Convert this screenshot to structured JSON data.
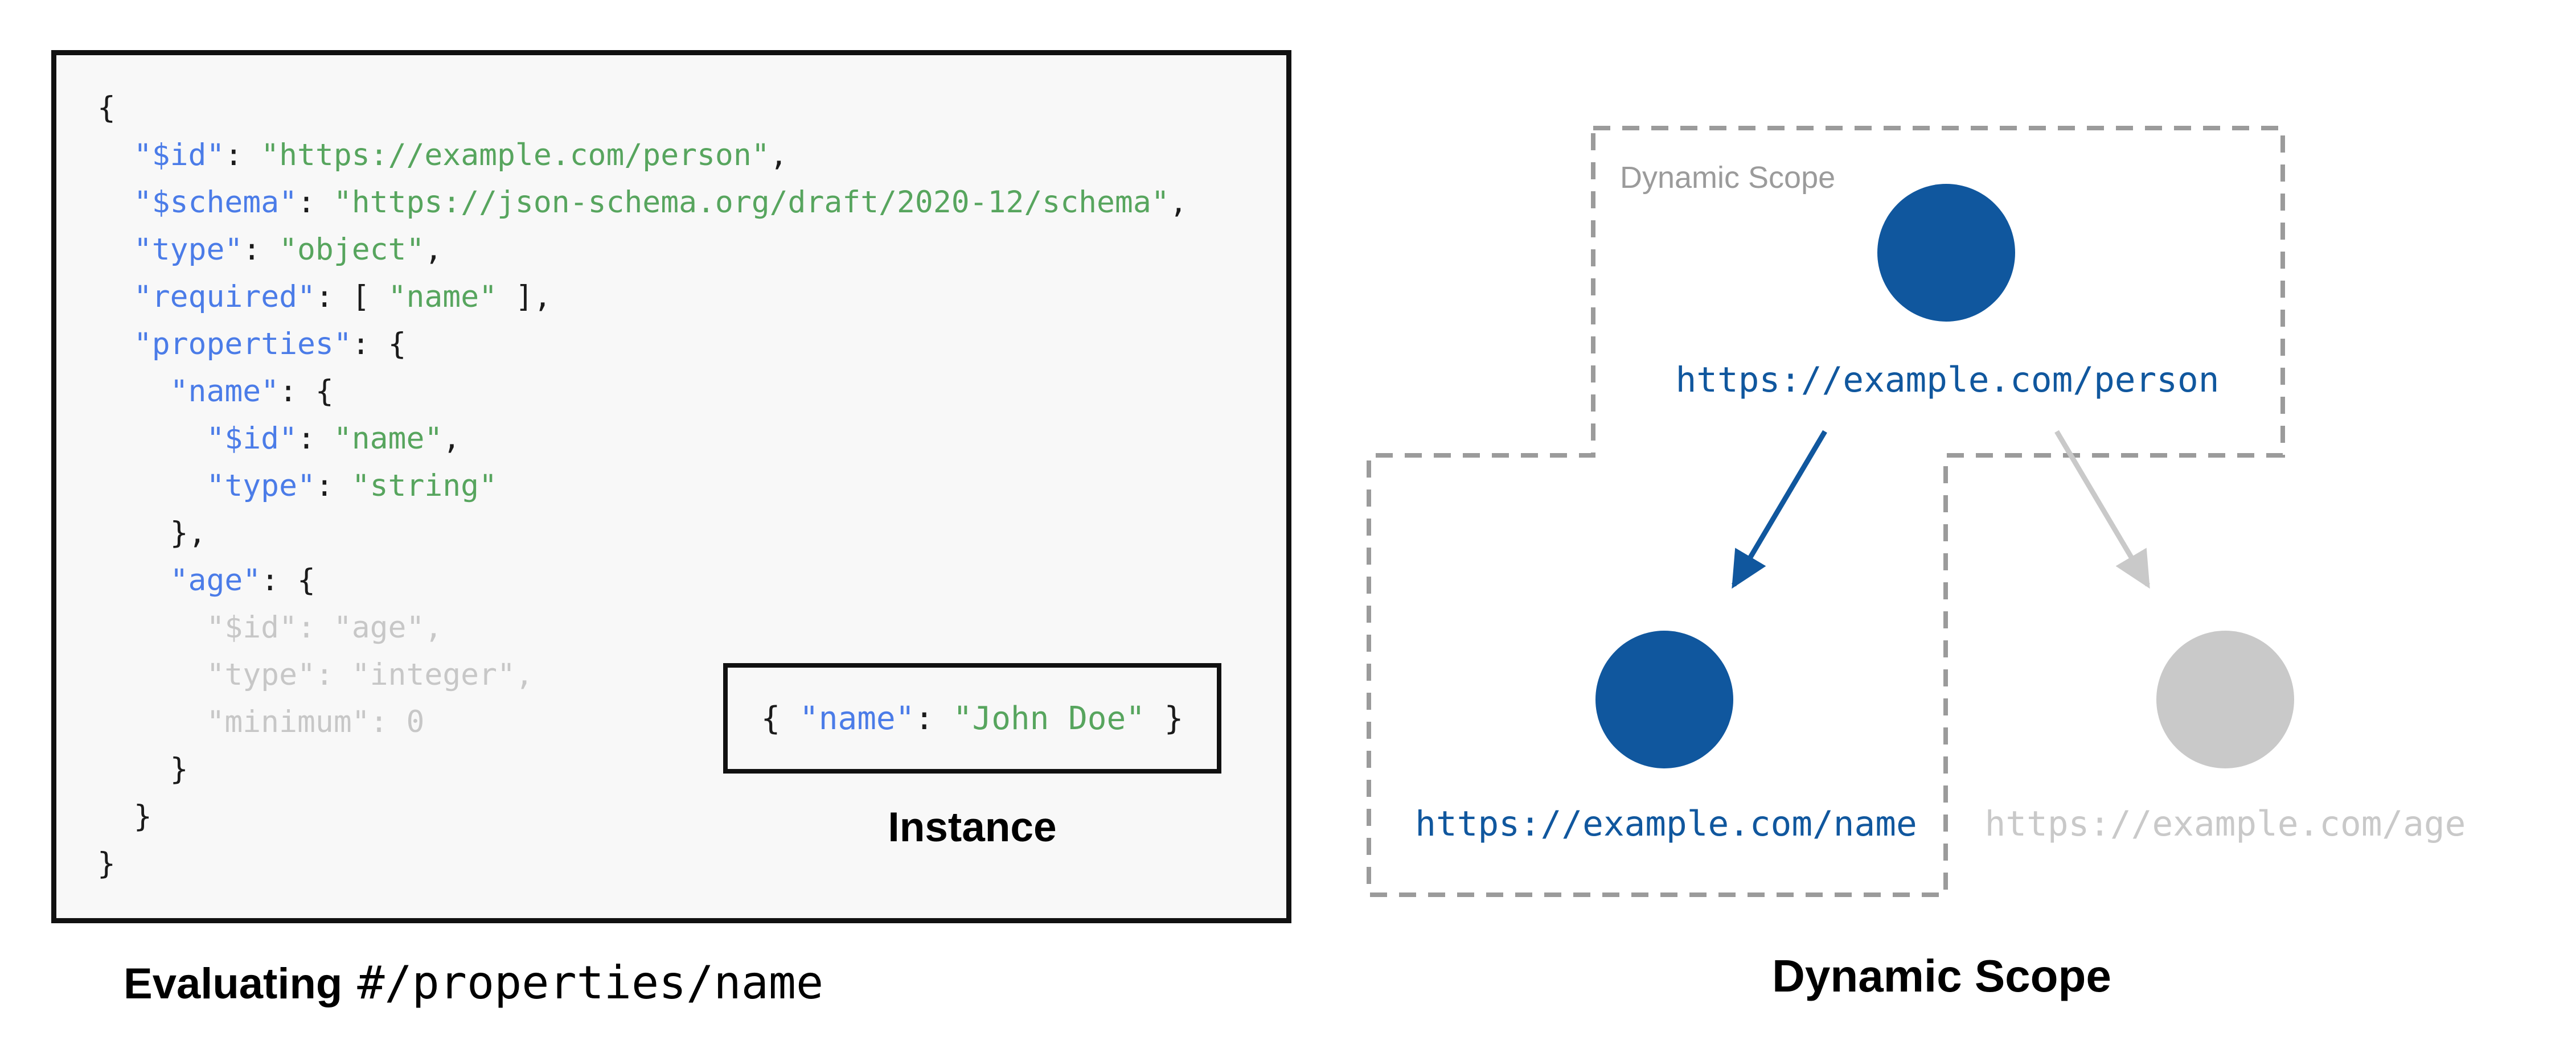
{
  "colors": {
    "code_bg": "#f8f8f8",
    "box_border": "#111111",
    "code_key": "#4b7ce8",
    "code_string": "#57a55e",
    "code_punct": "#1b1b1b",
    "code_dim": "#c7c7c7",
    "scope_blue": "#10579e",
    "inactive_gray": "#c9c9c9",
    "dash_gray": "#9b9b9b",
    "label_gray": "#9b9b9b"
  },
  "left_panel": {
    "code_lines": [
      [
        [
          "p",
          "{"
        ]
      ],
      [
        [
          "p",
          "  "
        ],
        [
          "k",
          "\"$id\""
        ],
        [
          "p",
          ": "
        ],
        [
          "s",
          "\"https://example.com/person\""
        ],
        [
          "p",
          ","
        ]
      ],
      [
        [
          "p",
          "  "
        ],
        [
          "k",
          "\"$schema\""
        ],
        [
          "p",
          ": "
        ],
        [
          "s",
          "\"https://json-schema.org/draft/2020-12/schema\""
        ],
        [
          "p",
          ","
        ]
      ],
      [
        [
          "p",
          "  "
        ],
        [
          "k",
          "\"type\""
        ],
        [
          "p",
          ": "
        ],
        [
          "s",
          "\"object\""
        ],
        [
          "p",
          ","
        ]
      ],
      [
        [
          "p",
          "  "
        ],
        [
          "k",
          "\"required\""
        ],
        [
          "p",
          ": [ "
        ],
        [
          "s",
          "\"name\""
        ],
        [
          "p",
          " ],"
        ]
      ],
      [
        [
          "p",
          "  "
        ],
        [
          "k",
          "\"properties\""
        ],
        [
          "p",
          ": {"
        ]
      ],
      [
        [
          "p",
          "    "
        ],
        [
          "k",
          "\"name\""
        ],
        [
          "p",
          ": {"
        ]
      ],
      [
        [
          "p",
          "      "
        ],
        [
          "k",
          "\"$id\""
        ],
        [
          "p",
          ": "
        ],
        [
          "s",
          "\"name\""
        ],
        [
          "p",
          ","
        ]
      ],
      [
        [
          "p",
          "      "
        ],
        [
          "k",
          "\"type\""
        ],
        [
          "p",
          ": "
        ],
        [
          "s",
          "\"string\""
        ]
      ],
      [
        [
          "p",
          "    },"
        ]
      ],
      [
        [
          "p",
          "    "
        ],
        [
          "k",
          "\"age\""
        ],
        [
          "p",
          ": {"
        ]
      ],
      [
        [
          "d",
          "      \"$id\": \"age\","
        ]
      ],
      [
        [
          "d",
          "      \"type\": \"integer\","
        ]
      ],
      [
        [
          "d",
          "      \"minimum\": 0"
        ]
      ],
      [
        [
          "p",
          "    }"
        ]
      ],
      [
        [
          "p",
          "  }"
        ]
      ],
      [
        [
          "p",
          "}"
        ]
      ]
    ],
    "instance": {
      "tokens": [
        [
          "p",
          "{ "
        ],
        [
          "k",
          "\"name\""
        ],
        [
          "p",
          ": "
        ],
        [
          "s",
          "\"John Doe\""
        ],
        [
          "p",
          " }"
        ]
      ],
      "label": "Instance"
    },
    "caption": {
      "bold": "Evaluating",
      "pointer": "#/properties/name"
    }
  },
  "diagram": {
    "scope_label": "Dynamic Scope",
    "title": "Dynamic Scope",
    "nodes": {
      "person": {
        "url": "https://example.com/person",
        "state": "active"
      },
      "name": {
        "url": "https://example.com/name",
        "state": "active"
      },
      "age": {
        "url": "https://example.com/age",
        "state": "inactive"
      }
    }
  }
}
